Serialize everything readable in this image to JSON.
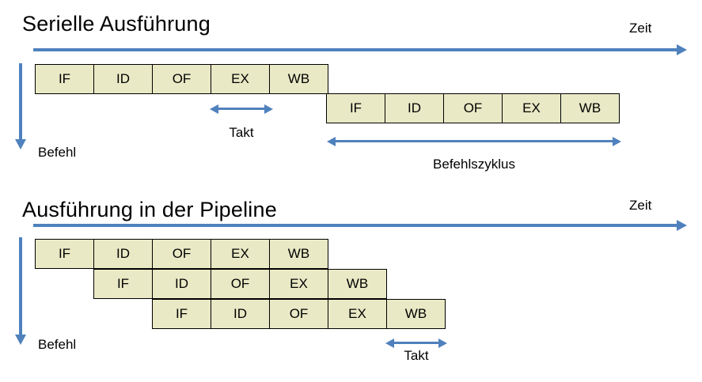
{
  "diagram": {
    "box_fill_color": "#e9e9c6",
    "box_border_color": "#000000",
    "arrow_color": "#4f81bd",
    "background_color": "#ffffff"
  },
  "serial": {
    "title": "Serielle Ausführung",
    "time_label": "Zeit",
    "instruction_label": "Befehl",
    "rows": [
      {
        "stages": [
          "IF",
          "ID",
          "OF",
          "EX",
          "WB"
        ]
      },
      {
        "stages": [
          "IF",
          "ID",
          "OF",
          "EX",
          "WB"
        ]
      }
    ],
    "takt_label": "Takt",
    "cycle_label": "Befehlszyklus"
  },
  "pipeline": {
    "title": "Ausführung in der Pipeline",
    "time_label": "Zeit",
    "instruction_label": "Befehl",
    "rows": [
      {
        "stages": [
          "IF",
          "ID",
          "OF",
          "EX",
          "WB"
        ]
      },
      {
        "stages": [
          "IF",
          "ID",
          "OF",
          "EX",
          "WB"
        ]
      },
      {
        "stages": [
          "IF",
          "ID",
          "OF",
          "EX",
          "WB"
        ]
      }
    ],
    "takt_label": "Takt"
  }
}
